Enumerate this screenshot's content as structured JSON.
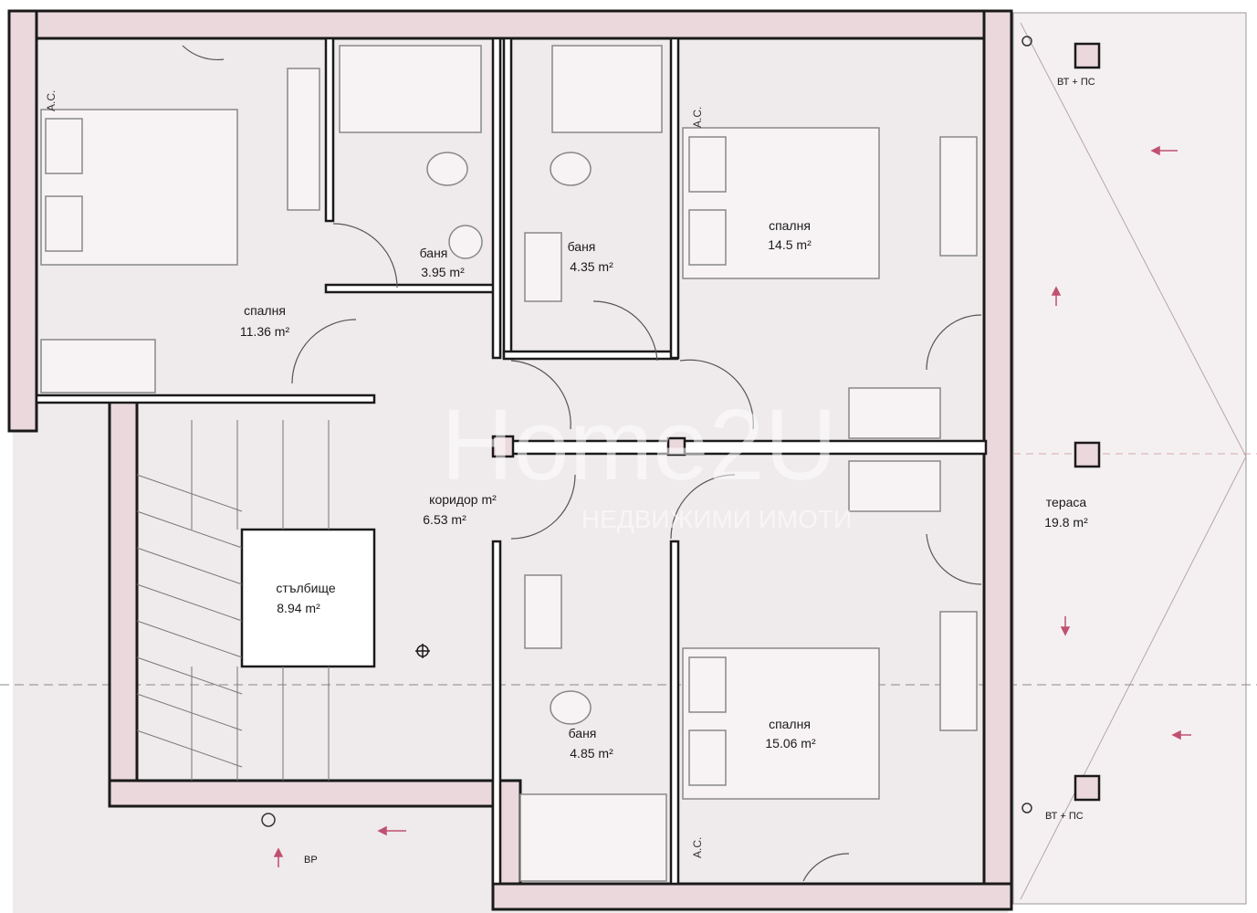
{
  "colors": {
    "wall": "#1a1a1a",
    "wall_fill": "#ead8dc",
    "floor": "#efeaec",
    "terrace": "#f4f0f1",
    "line": "#666666",
    "accent": "#c9a6ae"
  },
  "rooms": {
    "bedroom_left": {
      "name": "спалня",
      "area": "11.36 m²"
    },
    "bath_1": {
      "name": "баня",
      "area": "3.95 m²"
    },
    "bath_2": {
      "name": "баня",
      "area": "4.35 m²"
    },
    "bedroom_top": {
      "name": "спалня",
      "area": "14.5 m²"
    },
    "corridor": {
      "name": "коридор m²",
      "area": "6.53 m²"
    },
    "stairs": {
      "name": "стълбище",
      "area": "8.94 m²"
    },
    "bath_3": {
      "name": "баня",
      "area": "4.85 m²"
    },
    "bedroom_bottom": {
      "name": "спалня",
      "area": "15.06 m²"
    },
    "terrace": {
      "name": "тераса",
      "area": "19.8 m²"
    }
  },
  "labels": {
    "ac": "A.C.",
    "vent_top": "ВТ + ПС",
    "vent_bottom": "ВТ + ПС",
    "drain": "ВР"
  },
  "watermark": {
    "brand": "Home2U",
    "subtitle": "НЕДВИЖИМИ ИМОТИ"
  }
}
